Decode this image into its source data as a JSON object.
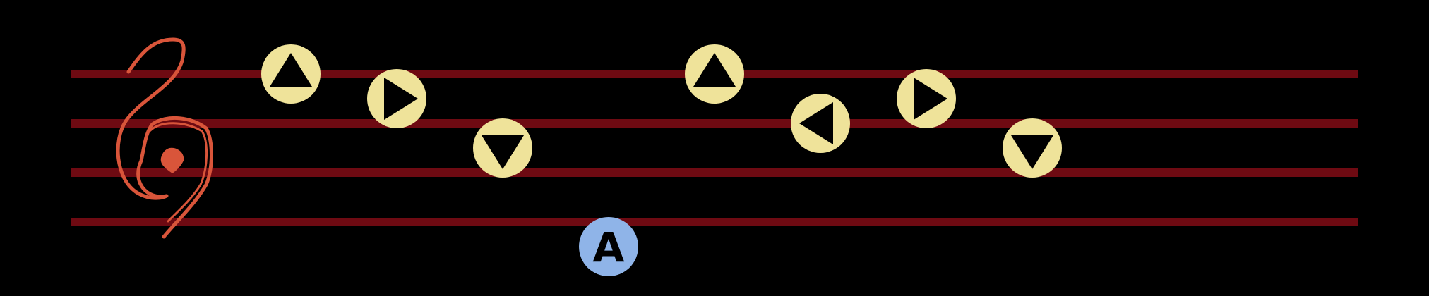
{
  "colors": {
    "background": "#000000",
    "staff_line": "#6e0a12",
    "clef": "#d9553a",
    "note_fill": "#efe39a",
    "note_glyph": "#000000",
    "key_a_fill": "#8fb4e8",
    "key_a_text": "#000000"
  },
  "clef_icon": "treble-clef-icon",
  "notes": [
    {
      "direction": "up",
      "icon": "arrow-up-icon",
      "line": 1
    },
    {
      "direction": "right",
      "icon": "arrow-right-icon",
      "line": 1.5
    },
    {
      "direction": "down",
      "icon": "arrow-down-icon",
      "line": 2.5
    },
    {
      "direction": "up",
      "icon": "arrow-up-icon",
      "line": 1
    },
    {
      "direction": "left",
      "icon": "arrow-left-icon",
      "line": 2
    },
    {
      "direction": "right",
      "icon": "arrow-right-icon",
      "line": 1.5
    },
    {
      "direction": "down",
      "icon": "arrow-down-icon",
      "line": 2.5
    }
  ],
  "key_button": {
    "label": "A",
    "icon": "a-button-icon"
  }
}
